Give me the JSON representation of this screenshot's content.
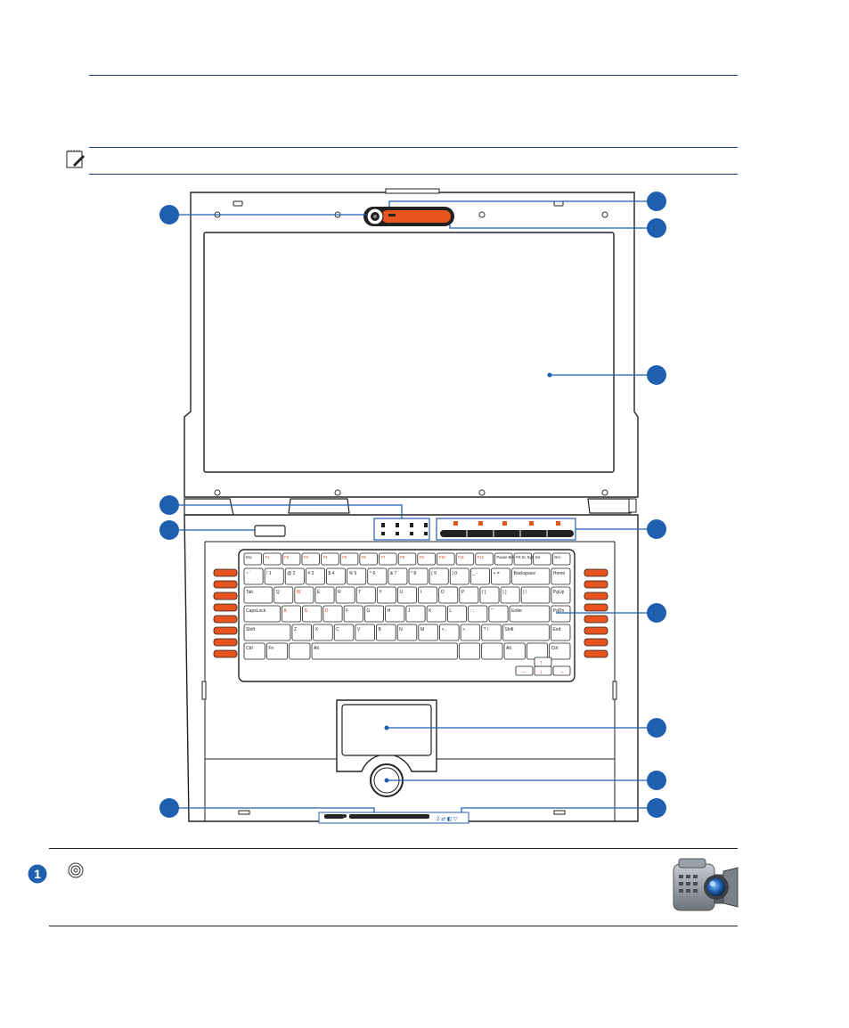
{
  "page": {
    "header_rule_color": "#1a3d7c",
    "callout_color": "#1f5fb0",
    "accent_orange": "#e8541e"
  },
  "note": {
    "icon": "note-pencil-icon"
  },
  "figure": {
    "callouts_left": [
      "",
      "",
      "",
      ""
    ],
    "callouts_right": [
      "",
      "",
      "",
      "",
      "",
      "",
      "",
      "",
      ""
    ],
    "keyboard": {
      "function_row": [
        "Esc",
        "F1",
        "F2",
        "F3",
        "F4",
        "F5",
        "F6",
        "F7",
        "F8",
        "F9",
        "F10",
        "F11",
        "F12",
        "Pause Break",
        "Prt Sc Sys Rq",
        "Ins",
        "Del"
      ],
      "number_row": [
        "~ `",
        "! 1",
        "@ 2",
        "# 3",
        "$ 4",
        "% 5",
        "^ 6",
        "& 7",
        "* 8",
        "( 9",
        ") 0",
        "_ -",
        "+ =",
        "Backspace",
        "Home"
      ],
      "top_row": [
        "Tab",
        "Q",
        "W",
        "E",
        "R",
        "T",
        "Y",
        "U",
        "I",
        "O",
        "P",
        "{ [",
        "} ]",
        "| \\",
        "PgUp"
      ],
      "home_row": [
        "CapsLock",
        "A",
        "S",
        "D",
        "F",
        "G",
        "H",
        "J",
        "K",
        "L",
        ": ;",
        "\" '",
        "Enter",
        "PgDn"
      ],
      "bottom_row": [
        "Shift",
        "Z",
        "X",
        "C",
        "V",
        "B",
        "N",
        "M",
        "< ,",
        "> .",
        "? /",
        "Shift",
        "End"
      ],
      "space_row": [
        "Ctrl",
        "Fn",
        "",
        "Alt",
        "",
        "",
        "Alt",
        "",
        "Ctrl"
      ]
    }
  },
  "item": {
    "number": "1",
    "icon": "camera-lens-icon",
    "image": "camcorder-icon"
  }
}
